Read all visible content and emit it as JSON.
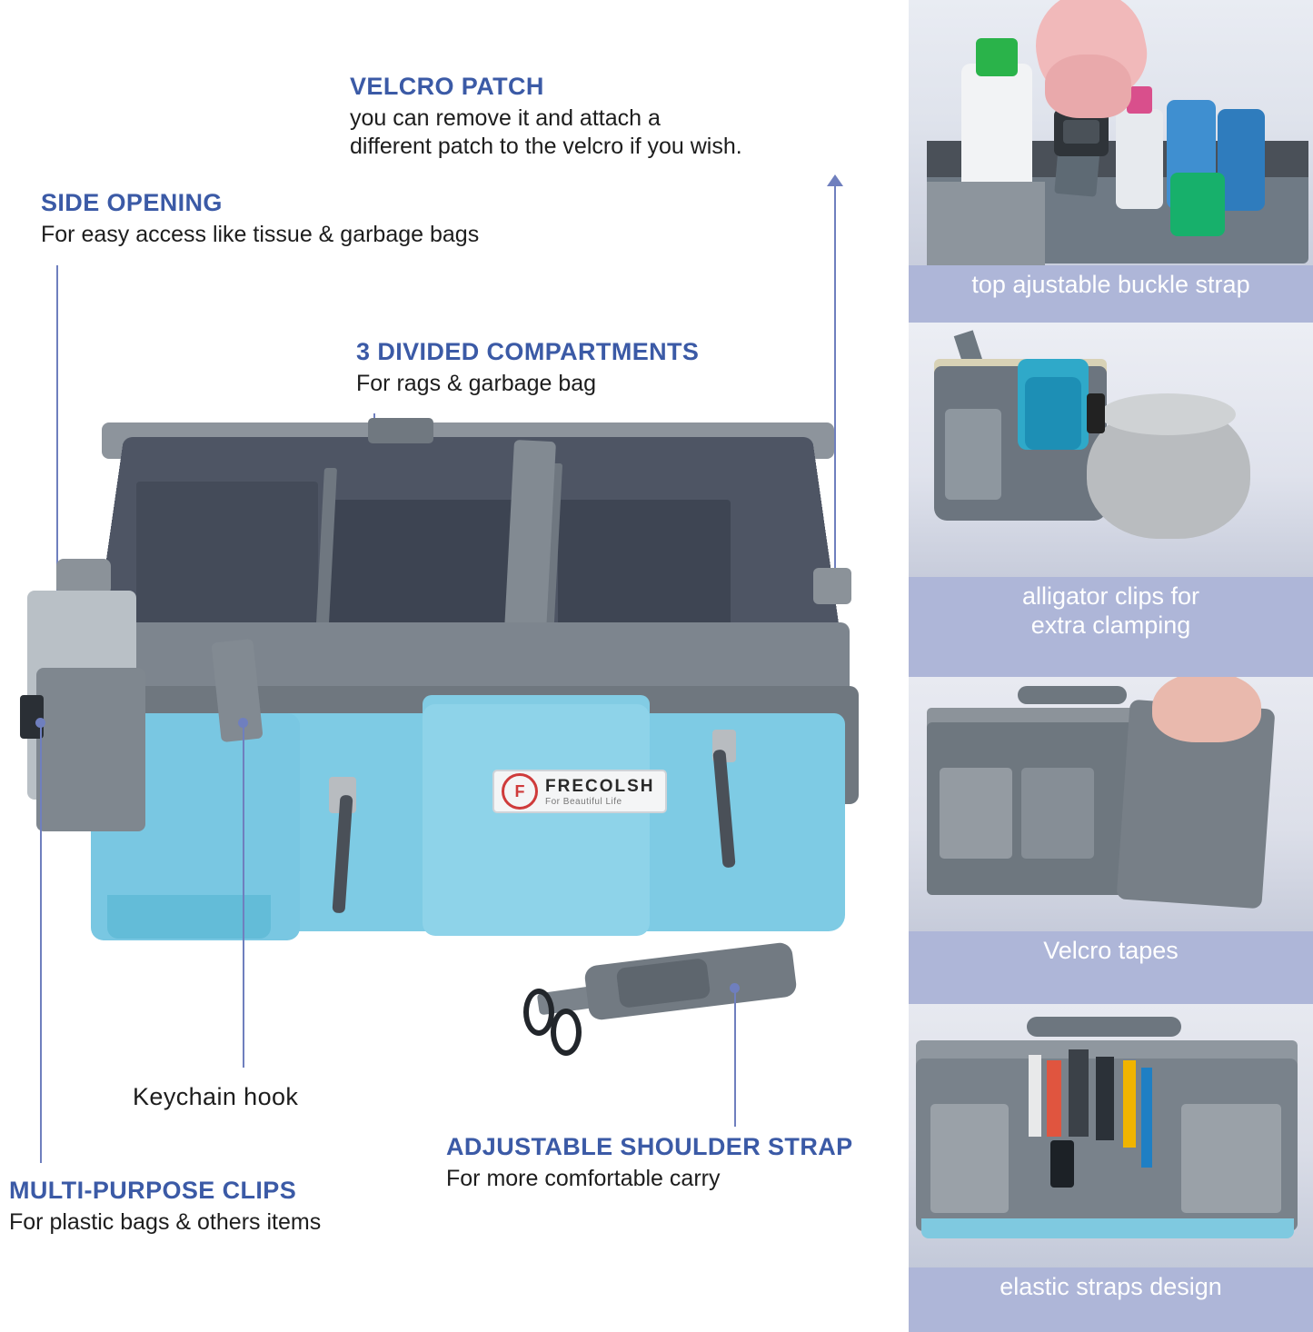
{
  "callouts": [
    {
      "id": "velcro-patch",
      "title": "VELCRO PATCH",
      "desc_line1": "you can remove it and attach a",
      "desc_line2": "different patch to the velcro if you wish."
    },
    {
      "id": "side-opening",
      "title": "SIDE OPENING",
      "desc_line1": "For easy access like tissue & garbage bags",
      "desc_line2": ""
    },
    {
      "id": "divided-compartments",
      "title": "3 DIVIDED COMPARTMENTS",
      "desc_line1": "For rags & garbage bag",
      "desc_line2": ""
    },
    {
      "id": "keychain-hook",
      "title": "Keychain hook",
      "desc_line1": "",
      "desc_line2": ""
    },
    {
      "id": "multi-purpose-clips",
      "title": "MULTI-PURPOSE CLIPS",
      "desc_line1": "For plastic bags & others items",
      "desc_line2": ""
    },
    {
      "id": "adjustable-shoulder-strap",
      "title": "ADJUSTABLE SHOULDER STRAP",
      "desc_line1": "For more comfortable carry",
      "desc_line2": ""
    }
  ],
  "brand_label": {
    "logo_letter": "F",
    "name": "FRECOLSH",
    "tagline": "For Beautiful Life"
  },
  "side_panel": {
    "captions": [
      {
        "id": "buckle-strap",
        "line1": "top ajustable buckle strap",
        "line2": ""
      },
      {
        "id": "alligator-clips",
        "line1": "alligator clips for",
        "line2": "extra clamping"
      },
      {
        "id": "velcro-tapes",
        "line1": "Velcro tapes",
        "line2": ""
      },
      {
        "id": "elastic-straps",
        "line1": "elastic straps design",
        "line2": ""
      }
    ]
  },
  "colors": {
    "panel_background": "#aeb6d8",
    "callout_title": "#3b5aa6",
    "leader_line": "#6f7fbe",
    "product_blue": "#7ecbe4",
    "product_grey": "#7d858e"
  }
}
